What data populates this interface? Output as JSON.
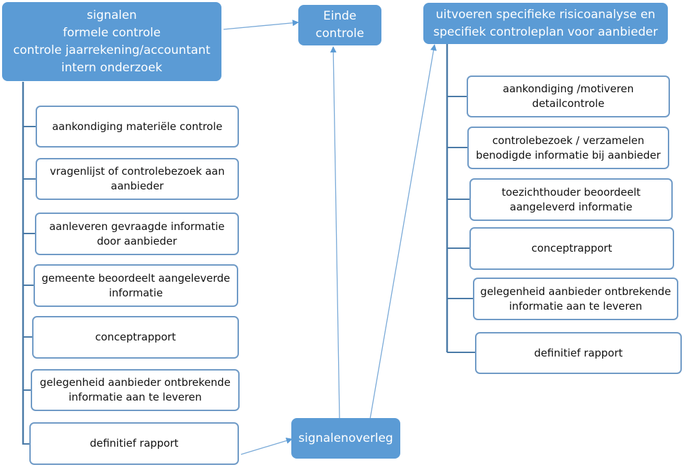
{
  "colors": {
    "accent": "#5b9bd5",
    "outline": "#6f9ac6",
    "trunk": "#4a7aa7",
    "arrow": "#7aaad8"
  },
  "nodes": {
    "start": "signalen\nformele controle\ncontrole jaarrekening/accountant\nintern onderzoek",
    "end": "Einde\ncontrole",
    "risk": "uitvoeren specifieke risicoanalyse en\nspecifiek controleplan voor aanbieder",
    "signal_meeting": "signalenoverleg"
  },
  "left_steps": [
    "aankondiging materiële controle",
    "vragenlijst of controlebezoek aan\naanbieder",
    "aanleveren gevraagde informatie\ndoor aanbieder",
    "gemeente beoordeelt aangeleverde\ninformatie",
    "conceptrapport",
    "gelegenheid aanbieder ontbrekende\ninformatie aan te leveren",
    "definitief rapport"
  ],
  "right_steps": [
    "aankondiging /motiveren\ndetailcontrole",
    "controlebezoek / verzamelen\nbenodigde informatie bij aanbieder",
    "toezichthouder beoordeelt\naangeleverd informatie",
    "conceptrapport",
    "gelegenheid aanbieder ontbrekende\ninformatie aan te leveren",
    "definitief rapport"
  ]
}
